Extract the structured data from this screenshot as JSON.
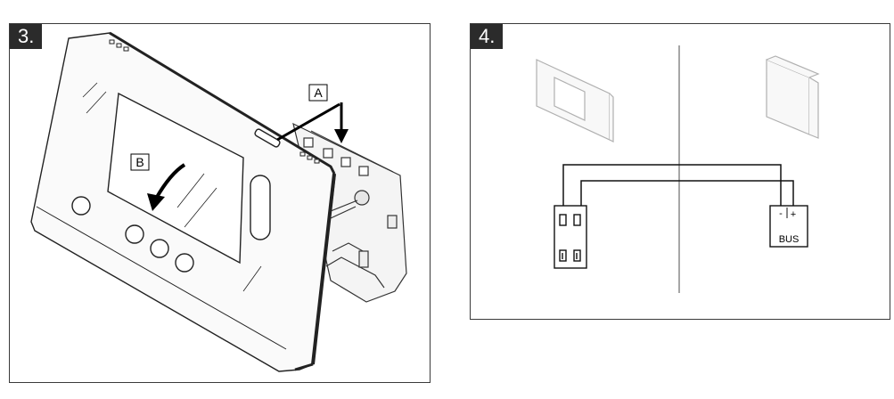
{
  "panel3": {
    "step_label": "3.",
    "callout_a": "A",
    "callout_b": "B"
  },
  "panel4": {
    "step_label": "4.",
    "terminal_minus": "-",
    "terminal_plus": "+",
    "bus_label": "BUS"
  }
}
